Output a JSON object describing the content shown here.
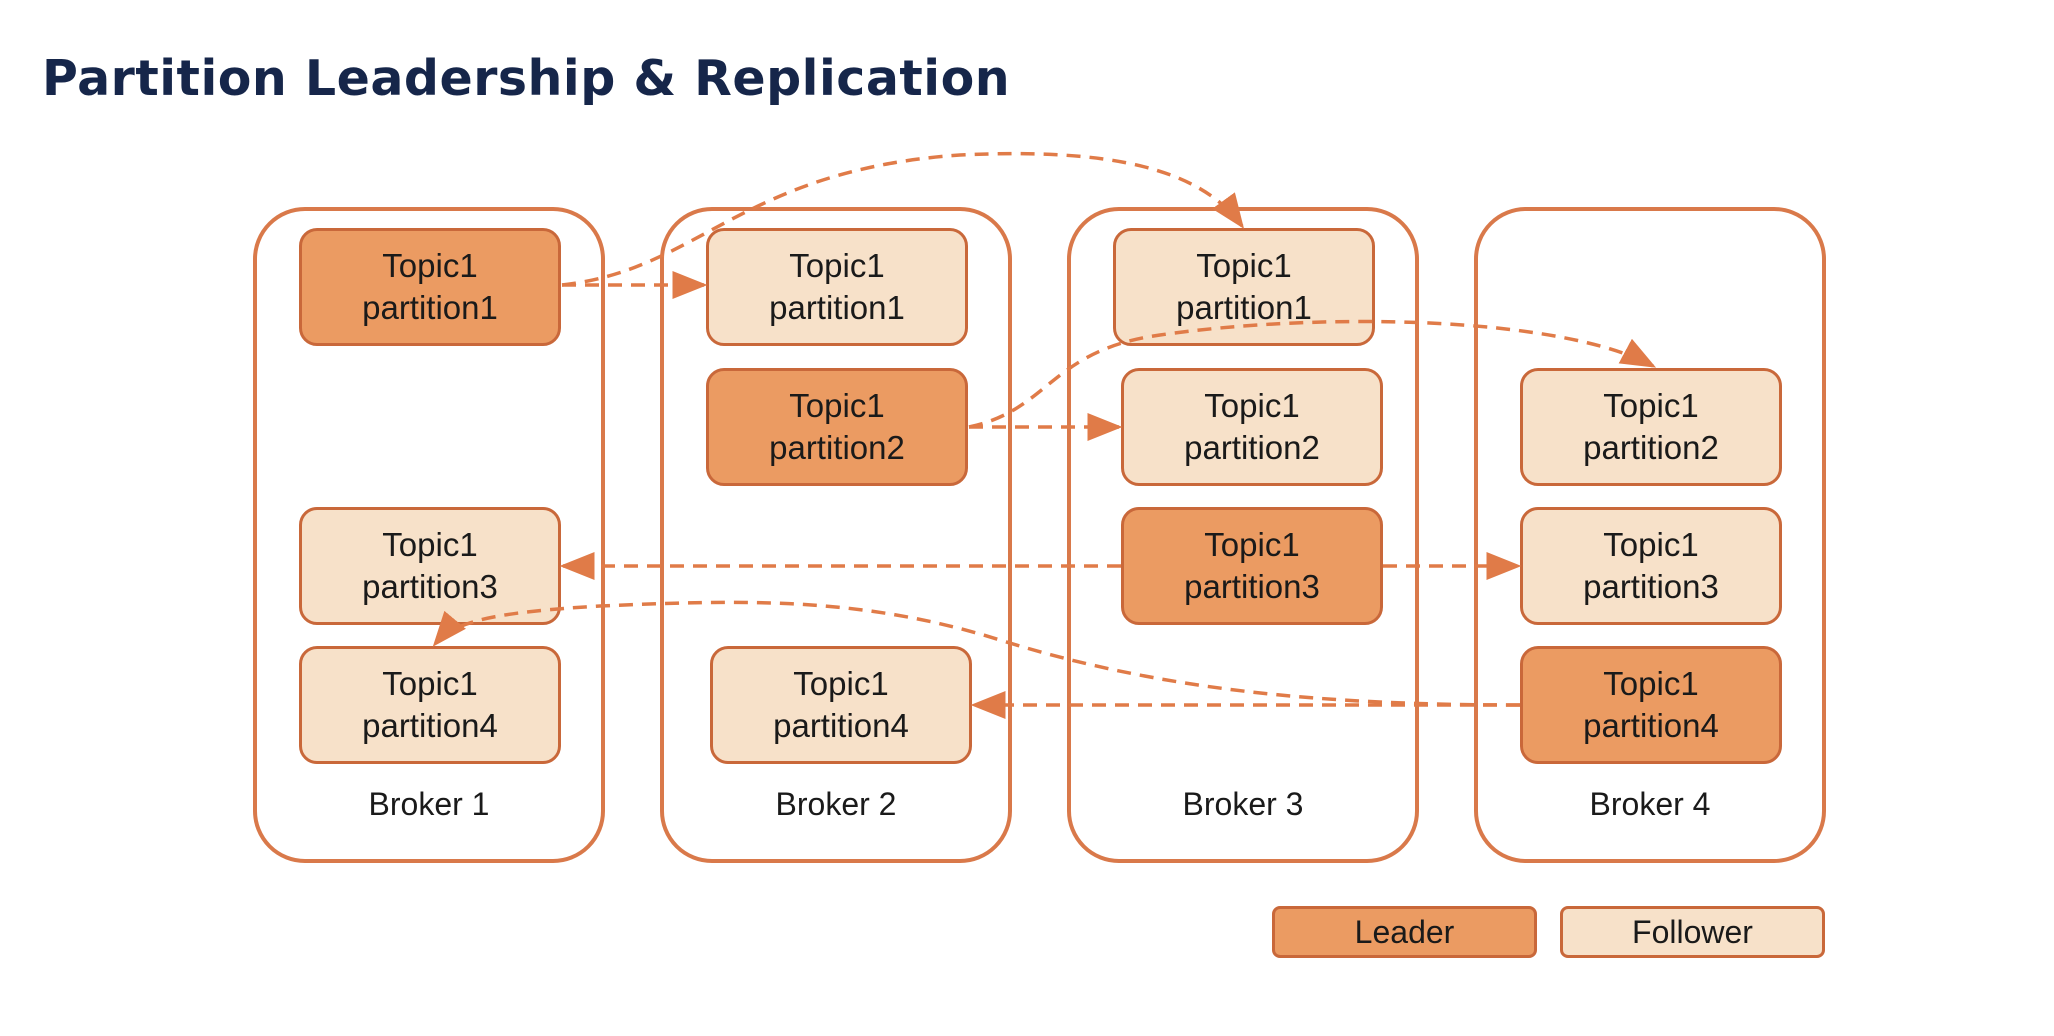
{
  "title": "Partition Leadership & Replication",
  "colors": {
    "leader_fill": "#eb9b62",
    "follower_fill": "#f7e1c9",
    "outline": "#d9794a",
    "arrow": "#e07b48",
    "title": "#16264a"
  },
  "brokers": [
    {
      "label": "Broker 1",
      "partitions": [
        {
          "topic": "Topic1",
          "partition": "partition1",
          "role": "leader"
        },
        {
          "topic": "Topic1",
          "partition": "partition3",
          "role": "follower"
        },
        {
          "topic": "Topic1",
          "partition": "partition4",
          "role": "follower"
        }
      ]
    },
    {
      "label": "Broker 2",
      "partitions": [
        {
          "topic": "Topic1",
          "partition": "partition1",
          "role": "follower"
        },
        {
          "topic": "Topic1",
          "partition": "partition2",
          "role": "leader"
        },
        {
          "topic": "Topic1",
          "partition": "partition4",
          "role": "follower"
        }
      ]
    },
    {
      "label": "Broker 3",
      "partitions": [
        {
          "topic": "Topic1",
          "partition": "partition1",
          "role": "follower"
        },
        {
          "topic": "Topic1",
          "partition": "partition2",
          "role": "follower"
        },
        {
          "topic": "Topic1",
          "partition": "partition3",
          "role": "leader"
        }
      ]
    },
    {
      "label": "Broker 4",
      "partitions": [
        {
          "topic": "Topic1",
          "partition": "partition2",
          "role": "follower"
        },
        {
          "topic": "Topic1",
          "partition": "partition3",
          "role": "follower"
        },
        {
          "topic": "Topic1",
          "partition": "partition4",
          "role": "leader"
        }
      ]
    }
  ],
  "replication_arrows": [
    {
      "partition": "partition1",
      "from": "Broker 1",
      "to": "Broker 2"
    },
    {
      "partition": "partition1",
      "from": "Broker 1",
      "to": "Broker 3"
    },
    {
      "partition": "partition2",
      "from": "Broker 2",
      "to": "Broker 3"
    },
    {
      "partition": "partition2",
      "from": "Broker 2",
      "to": "Broker 4"
    },
    {
      "partition": "partition3",
      "from": "Broker 3",
      "to": "Broker 1"
    },
    {
      "partition": "partition3",
      "from": "Broker 3",
      "to": "Broker 4"
    },
    {
      "partition": "partition4",
      "from": "Broker 4",
      "to": "Broker 2"
    },
    {
      "partition": "partition4",
      "from": "Broker 4",
      "to": "Broker 1"
    }
  ],
  "legend": {
    "leader": "Leader",
    "follower": "Follower"
  }
}
